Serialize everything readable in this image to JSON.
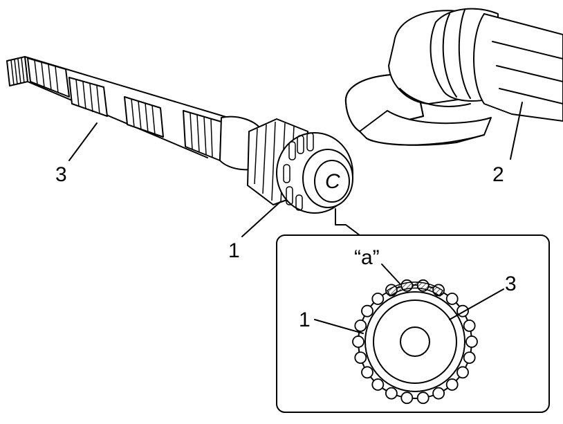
{
  "callouts": {
    "shaft_main": "3",
    "gear_main": "1",
    "grinder": "2",
    "gear_detail": "1",
    "shaft_detail": "3",
    "area_detail": "“a”"
  },
  "emblem_letter": "C",
  "colors": {
    "line": "#000000",
    "background": "#ffffff",
    "hatch": "#000000"
  },
  "icons": [
    "grinder-icon",
    "shaft-icon",
    "gear-icon"
  ]
}
